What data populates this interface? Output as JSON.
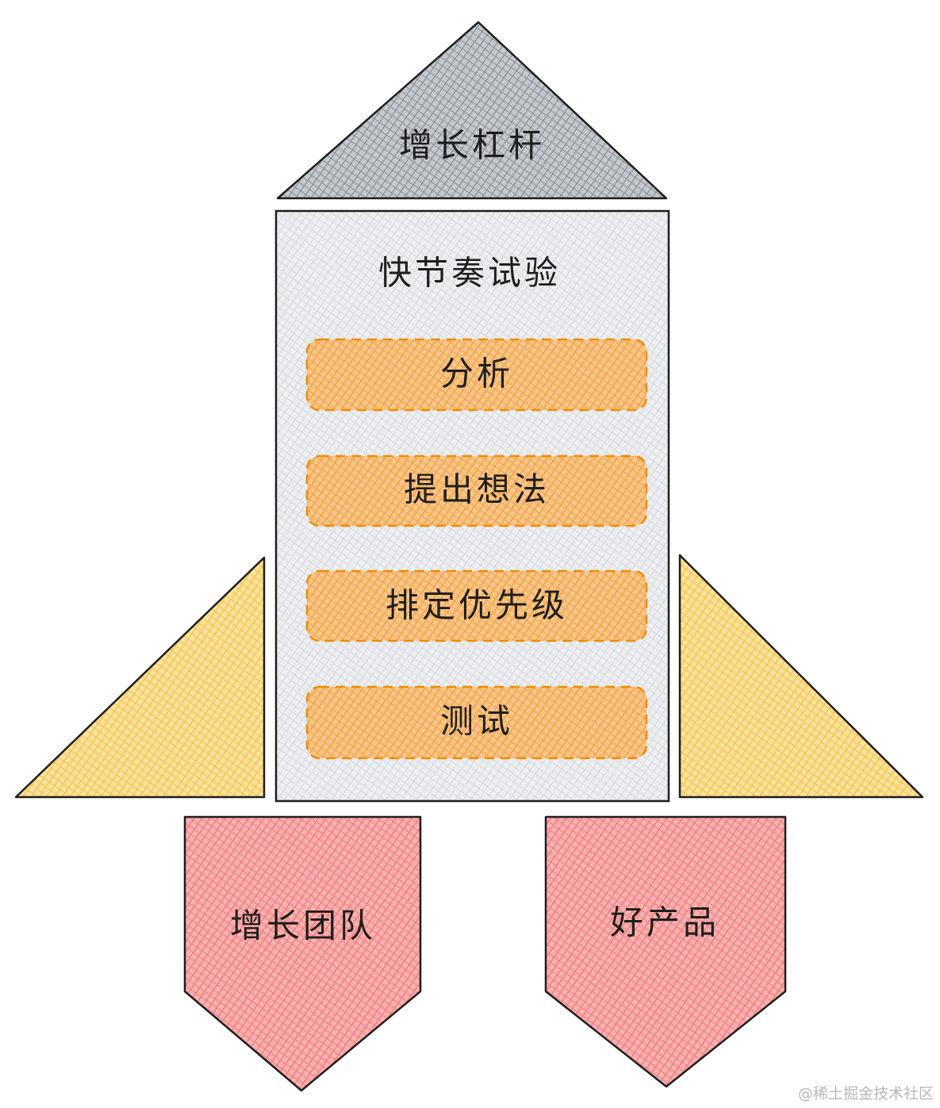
{
  "colors": {
    "roof": "#868e96",
    "body": "#ced4da",
    "steps": "#f08c00",
    "fins": "#fab005",
    "boosters": "#fa5252",
    "stroke": "#1e1e1e"
  },
  "roof": {
    "label": "增长杠杆"
  },
  "body": {
    "title": "快节奏试验",
    "steps": [
      {
        "label": "分析"
      },
      {
        "label": "提出想法"
      },
      {
        "label": "排定优先级"
      },
      {
        "label": "测试"
      }
    ]
  },
  "boosters": [
    {
      "label": "增长团队"
    },
    {
      "label": "好产品"
    }
  ],
  "watermark": "@稀土掘金技术社区"
}
